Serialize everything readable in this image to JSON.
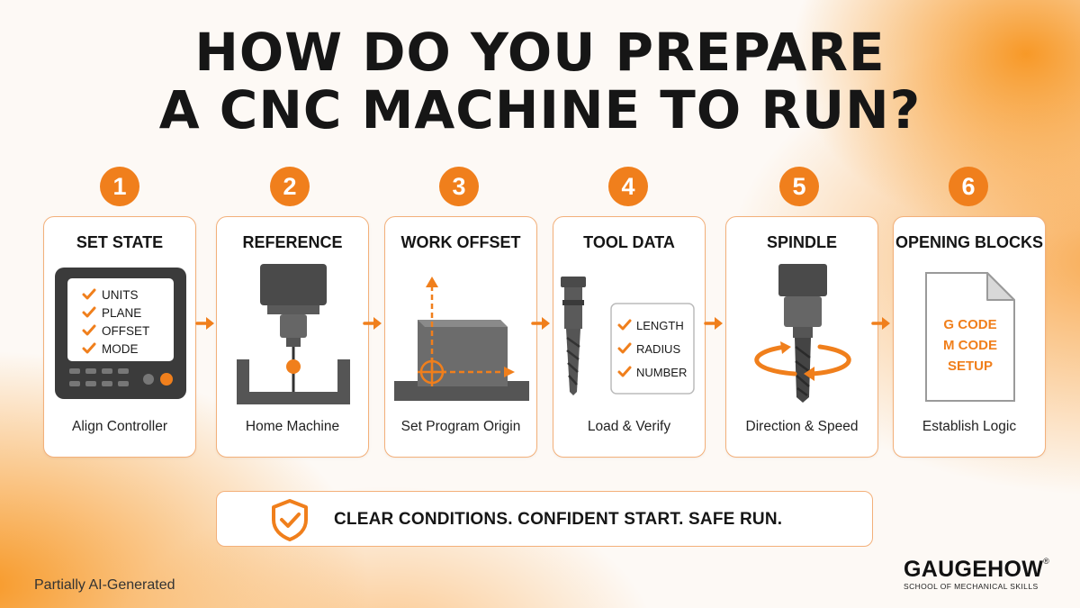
{
  "title": {
    "line1": "HOW DO YOU PREPARE",
    "line2": "A CNC MACHINE TO RUN?"
  },
  "steps": [
    {
      "number": "1",
      "title": "SET STATE",
      "caption": "Align Controller",
      "checklist": [
        "UNITS",
        "PLANE",
        "OFFSET",
        "MODE"
      ],
      "icon": "controller-screen-icon"
    },
    {
      "number": "2",
      "title": "REFERENCE",
      "caption": "Home Machine",
      "icon": "spindle-probe-icon"
    },
    {
      "number": "3",
      "title": "WORK OFFSET",
      "caption": "Set Program Origin",
      "icon": "workpiece-origin-icon"
    },
    {
      "number": "4",
      "title": "TOOL DATA",
      "caption": "Load & Verify",
      "checklist": [
        "LENGTH",
        "RADIUS",
        "NUMBER"
      ],
      "icon": "end-mill-tool-icon"
    },
    {
      "number": "5",
      "title": "SPINDLE",
      "caption": "Direction & Speed",
      "icon": "spindle-rotation-icon"
    },
    {
      "number": "6",
      "title": "OPENING BLOCKS",
      "caption": "Establish Logic",
      "doc_lines": [
        "G CODE",
        "M CODE",
        "SETUP"
      ],
      "icon": "document-icon"
    }
  ],
  "banner": {
    "text": "CLEAR CONDITIONS. CONFIDENT START. SAFE RUN.",
    "icon": "shield-check-icon"
  },
  "footnote": "Partially AI-Generated",
  "brand": {
    "name": "GAUGEHOW",
    "registered": "®",
    "tagline": "SCHOOL OF MECHANICAL SKILLS"
  },
  "colors": {
    "accent": "#f07f1c",
    "card_border": "#f3b07a",
    "dark": "#3a3a3a"
  }
}
